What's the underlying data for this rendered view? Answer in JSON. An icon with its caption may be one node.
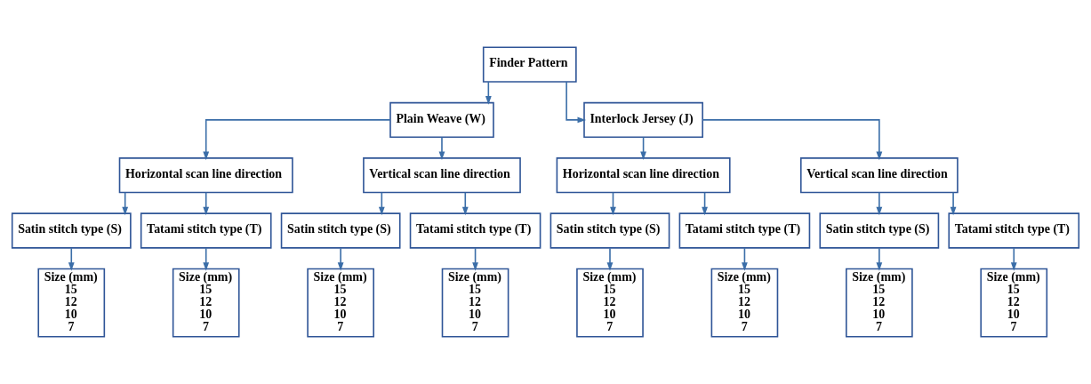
{
  "diagram": {
    "nodes": [
      {
        "text": [
          "Finder Pattern"
        ]
      },
      {
        "text": [
          "Plain Weave (W)"
        ]
      },
      {
        "text": [
          "Interlock Jersey (J)"
        ]
      },
      {
        "text": [
          "Horizontal scan line direction"
        ]
      },
      {
        "text": [
          "Vertical scan line direction"
        ]
      },
      {
        "text": [
          "Horizontal scan line direction"
        ]
      },
      {
        "text": [
          "Vertical scan line direction"
        ]
      },
      {
        "text": [
          "Satin stitch type (S)"
        ]
      },
      {
        "text": [
          "Tatami stitch type (T)"
        ]
      },
      {
        "text": [
          "Satin stitch type (S)"
        ]
      },
      {
        "text": [
          "Tatami stitch type (T)"
        ]
      },
      {
        "text": [
          "Satin stitch type (S)"
        ]
      },
      {
        "text": [
          "Tatami stitch type (T)"
        ]
      },
      {
        "text": [
          "Satin stitch type (S)"
        ]
      },
      {
        "text": [
          "Tatami stitch type (T)"
        ]
      },
      {
        "text": [
          "Size (mm)",
          "15",
          "12",
          "10",
          "7"
        ]
      },
      {
        "text": [
          "Size (mm)",
          "15",
          "12",
          "10",
          "7"
        ]
      },
      {
        "text": [
          "Size (mm)",
          "15",
          "12",
          "10",
          "7"
        ]
      },
      {
        "text": [
          "Size (mm)",
          "15",
          "12",
          "10",
          "7"
        ]
      },
      {
        "text": [
          "Size (mm)",
          "15",
          "12",
          "10",
          "7"
        ]
      },
      {
        "text": [
          "Size (mm)",
          "15",
          "12",
          "10",
          "7"
        ]
      },
      {
        "text": [
          "Size (mm)",
          "15",
          "12",
          "10",
          "7"
        ]
      },
      {
        "text": [
          "Size (mm)",
          "15",
          "12",
          "10",
          "7"
        ]
      }
    ],
    "edges": [
      {
        "from": 0,
        "to": 1,
        "arrow": "to"
      },
      {
        "from": 0,
        "to": 2,
        "arrow": "to"
      },
      {
        "from": 1,
        "to": 3,
        "arrow": "to"
      },
      {
        "from": 1,
        "to": 4,
        "arrow": "to"
      },
      {
        "from": 2,
        "to": 5,
        "arrow": "to"
      },
      {
        "from": 2,
        "to": 6,
        "arrow": "to"
      },
      {
        "from": 3,
        "to": 7,
        "arrow": "to"
      },
      {
        "from": 3,
        "to": 8,
        "arrow": "to"
      },
      {
        "from": 4,
        "to": 9,
        "arrow": "to"
      },
      {
        "from": 4,
        "to": 10,
        "arrow": "to"
      },
      {
        "from": 5,
        "to": 11,
        "arrow": "to"
      },
      {
        "from": 5,
        "to": 12,
        "arrow": "to"
      },
      {
        "from": 6,
        "to": 13,
        "arrow": "to"
      },
      {
        "from": 6,
        "to": 14,
        "arrow": "to"
      },
      {
        "from": 7,
        "to": 15,
        "arrow": "to"
      },
      {
        "from": 8,
        "to": 16,
        "arrow": "to"
      },
      {
        "from": 9,
        "to": 17,
        "arrow": "to"
      },
      {
        "from": 10,
        "to": 18,
        "arrow": "to"
      },
      {
        "from": 11,
        "to": 19,
        "arrow": "to"
      },
      {
        "from": 12,
        "to": 20,
        "arrow": "to"
      },
      {
        "from": 13,
        "to": 21,
        "arrow": "to"
      },
      {
        "from": 14,
        "to": 22,
        "arrow": "to"
      }
    ]
  }
}
